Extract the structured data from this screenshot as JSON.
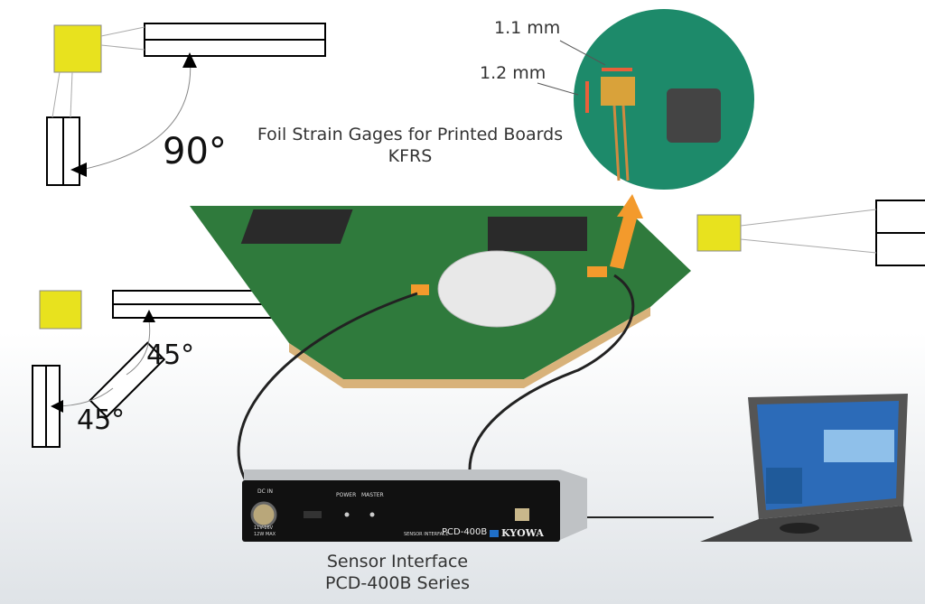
{
  "annotations": {
    "dim_width": "1.1 mm",
    "dim_height": "1.2 mm",
    "product_title": "Foil Strain Gages for Printed Boards",
    "product_code": "KFRS",
    "angle_90": "90°",
    "angle_45_upper": "45°",
    "angle_45_lower": "45°"
  },
  "device": {
    "caption_line1": "Sensor Interface",
    "caption_line2": "PCD-400B Series",
    "dc_in": "DC IN",
    "power": "POWER",
    "master": "MASTER",
    "voltage": "11V-16V",
    "wattage": "12W MAX",
    "series_label": "SENSOR INTERFACE",
    "model": "PCD-400B",
    "brand": "KYOWA"
  },
  "colors": {
    "board_green": "#2f7a3c",
    "arrow_orange": "#f39a2c",
    "gage_yellow": "#e8e21e",
    "device_black": "#111111"
  }
}
